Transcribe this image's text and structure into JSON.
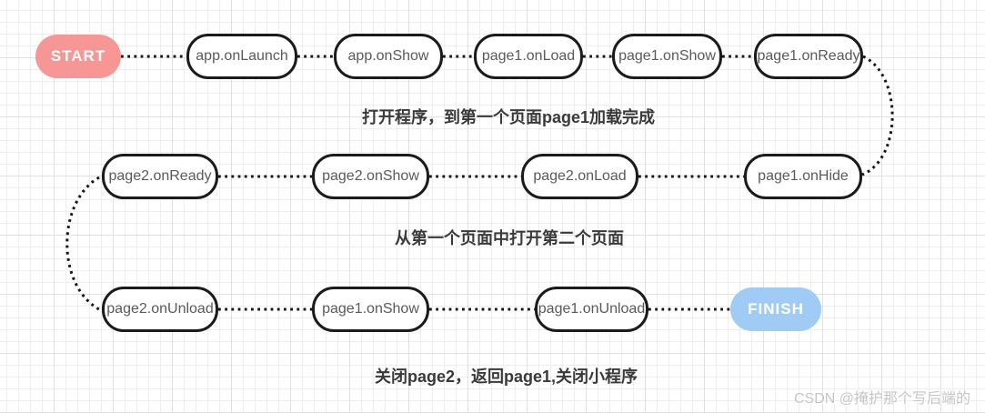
{
  "diagram": {
    "start_label": "START",
    "finish_label": "FINISH",
    "row1": {
      "nodes": [
        "app.onLaunch",
        "app.onShow",
        "page1.onLoad",
        "page1.onShow",
        "page1.onReady"
      ],
      "caption": "打开程序，到第一个页面page1加载完成"
    },
    "row2": {
      "nodes": [
        "page2.onReady",
        "page2.onShow",
        "page2.onLoad",
        "page1.onHide"
      ],
      "caption": "从第一个页面中打开第二个页面"
    },
    "row3": {
      "nodes": [
        "page2.onUnload",
        "page1.onShow",
        "page1.onUnload"
      ],
      "caption": "关闭page2，返回page1,关闭小程序"
    },
    "watermark": "CSDN @掩护那个写后端的"
  },
  "colors": {
    "start_bg": "#f69795",
    "finish_bg": "#a0cbf5",
    "node_border": "#1b1b1b",
    "node_text": "#5a5a5a",
    "caption_text": "#3a3a3a",
    "watermark_text": "#c6c6c6",
    "connector": "#161616",
    "grid_minor": "#eeeeee",
    "grid_major": "#e1e1e1"
  }
}
